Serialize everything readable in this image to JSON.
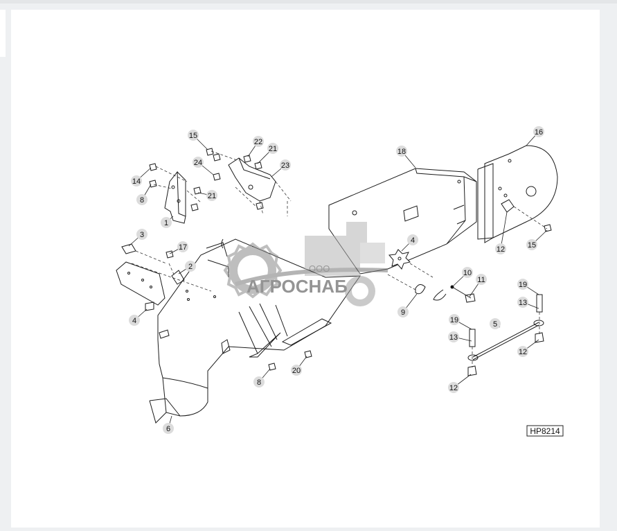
{
  "figure_code": "HP8214",
  "watermark": {
    "company_prefix": "ООО",
    "company_name": "АГРОСНАБ"
  },
  "callouts": [
    {
      "label": "15"
    },
    {
      "label": "22"
    },
    {
      "label": "21"
    },
    {
      "label": "24"
    },
    {
      "label": "23"
    },
    {
      "label": "14"
    },
    {
      "label": "8"
    },
    {
      "label": "21"
    },
    {
      "label": "1"
    },
    {
      "label": "18"
    },
    {
      "label": "16"
    },
    {
      "label": "3"
    },
    {
      "label": "17"
    },
    {
      "label": "2"
    },
    {
      "label": "4"
    },
    {
      "label": "4"
    },
    {
      "label": "10"
    },
    {
      "label": "11"
    },
    {
      "label": "9"
    },
    {
      "label": "12"
    },
    {
      "label": "15"
    },
    {
      "label": "19"
    },
    {
      "label": "13"
    },
    {
      "label": "5"
    },
    {
      "label": "19"
    },
    {
      "label": "13"
    },
    {
      "label": "12"
    },
    {
      "label": "20"
    },
    {
      "label": "8"
    },
    {
      "label": "12"
    },
    {
      "label": "6"
    }
  ]
}
